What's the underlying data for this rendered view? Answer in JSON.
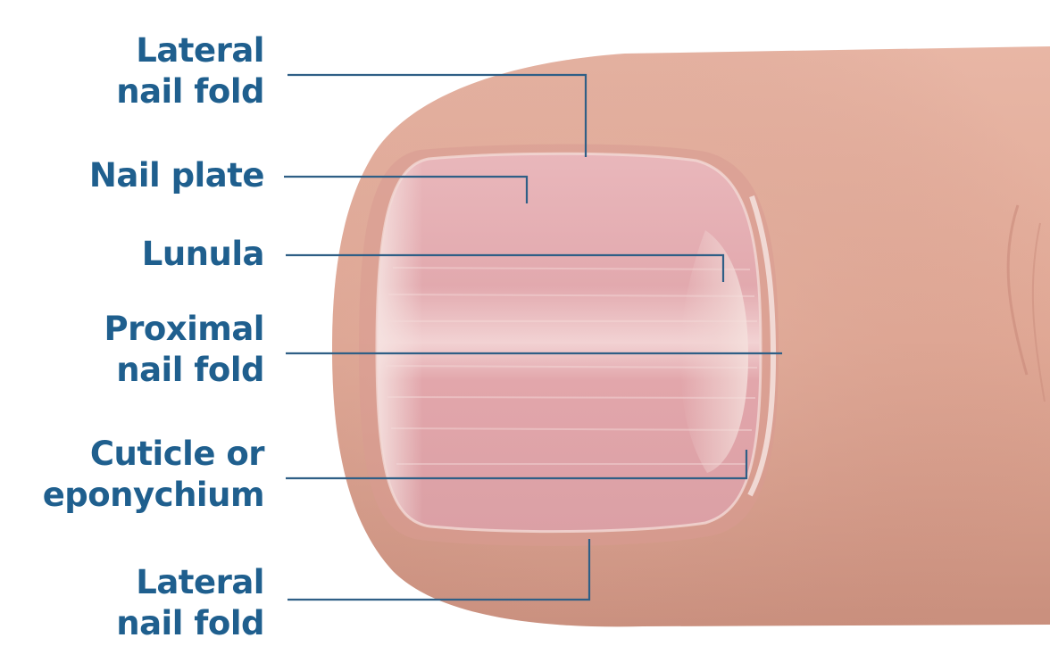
{
  "title": "",
  "labels": {
    "lateral_nail_fold_top": [
      "Lateral",
      "nail fold"
    ],
    "nail_plate": [
      "Nail plate"
    ],
    "lunula": [
      "Lunula"
    ],
    "proximal_nail_fold": [
      "Proximal",
      "nail fold"
    ],
    "cuticle": [
      "Cuticle or",
      "eponychium"
    ],
    "lateral_nail_fold_bottom": [
      "Lateral",
      "nail fold"
    ]
  },
  "colors": {
    "label_text": "#1f5f8e",
    "leader_line": "#2f5f86",
    "skin": "#e3ae9d",
    "nail": "#e6b3b7",
    "background": "#ffffff"
  }
}
